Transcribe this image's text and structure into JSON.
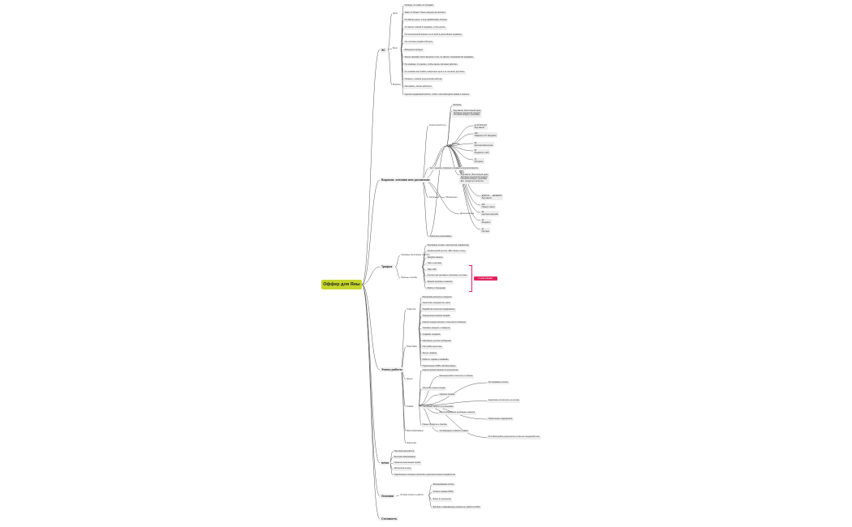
{
  "root": "Оффер для Яны",
  "branches": {
    "cx": "ЗС",
    "funnel": "Воронка: оптовая или розничная",
    "traffic": "Трафик",
    "stages": "Этапы работы",
    "plus": "плюс",
    "terms": "Условия",
    "cost": "Стоимость"
  },
  "cx": {
    "group_labels": [
      "Цели",
      "Боли",
      "Вопросы"
    ],
    "items": [
      "Проводу, по сумме это продажи",
      "Знает ли бизнес. Снять нагрузку на эксперта",
      "Не хватает денег, а хочу зарабатывать больше",
      "Не хватает знаний в продажах, чтобы делать",
      "Нет выстроенной воронки по которой в дальнейшем продавать",
      "Нет системы продаж в бизнесе",
      "Запущено в продукт",
      "Запуск занимает много времени и сил, не хватает понимания как продавать",
      "Не понимаю, что делать, чтобы начать системно работать",
      "Не понимаю как ставить конкретные цели и их поэтапно достигать",
      "Показать с какими результатами работаю",
      "Расскажите, как вы работаете",
      "Сделать продающий контент, чтобы с ним приходили заявки и клиенты"
    ]
  },
  "funnel": {
    "sub_labels": [
      "Классический путь",
      "Розница",
      "Опт/клиент",
      "Обязательно",
      "Дополнительно",
      "Для сборки",
      "Дополнительно"
    ],
    "items": [
      "Вебинар",
      "Лид-магнит (бесплатный урок)\nТрипваер (недорогой продукт)\nОсновной продукт (флагман)",
      "до 40 000 руб\nЛид-магнит",
      "100\nОфферы (Что Продаем)",
      "90\nЦепочка вовлечения",
      "91\nЛендинги и сайт",
      "11\nПрогревы",
      "Лид-магнит (бесплатный урок)\nТрипваер (недорогой продукт)\nОсновной продукт (флагман)\nДоп. продукты и апселлы",
      "ДОВ/ОФ → ЦЕЛЕВОЙ\nЛид-магнит",
      "200\nПоверх ответа",
      "90\nЦепочка прогрева",
      "21\nЛендинги",
      "11\nПрогрев",
      "Тест: сделать 2 воронки и сравнить результативность",
      "Кейсы все реализованы"
    ]
  },
  "traffic": {
    "sub_labels": [
      "Основные бесплатные способы",
      "Платные способы"
    ],
    "items": [
      "Рекламные посевы, партнёрства, взаимопиар",
      "Органический контент, SEO, Reels, статьи",
      "Telegram-каналы",
      "Таргет-реклама",
      "Таргет ВК",
      "Контекстная реклама в поисковых системах",
      "Закупка рекламы в каналах",
      "Работа с блогерами"
    ],
    "pink_label": "С этим поможет"
  },
  "stages": {
    "sub_labels": [
      "Стратегия",
      "Подготовка",
      "Запуск",
      "Трафик",
      "Масштабирование",
      "Аналитика"
    ],
    "items": [
      "Распаковка эксперта и продукта",
      "Анализ ЦА, конкурентов, ниши",
      "Разработка стратегии продвижения",
      "Определение воронки продаж",
      "Анализ текущих метрик и точек роста в бизнесе",
      "Упаковка продукта и офферов",
      "Создание лендинга",
      "Написание цепочек сообщений",
      "Настройка аналитики",
      "Запуск трафика",
      "Работа с лидами и заявками",
      "Подключение CRM и автоматизации",
      "Корректировка воронки по результатам",
      "Еженедельная отчётность и созвоны",
      "Тестирование гипотез",
      "Обучение отдела продаж",
      "Скрипты продаж",
      "Аналитика и отчётность по итогам",
      "Повторный запуск с улучшениями",
      "Масштабирование рекламных каналов",
      "Привлечение подрядчиков",
      "Новые продукты в линейке",
      "Оптимизация стоимости заявки",
      "Итоговый разбор результатов и план на следующий этап"
    ]
  },
  "plus": {
    "items": [
      "Персональная работа",
      "Быстрая коммуникация",
      "Гарантия выполнения сроков",
      "Экспертиза в нише",
      "Подключение полезных контактов и дополнительных специалистов"
    ]
  },
  "terms": {
    "sub_label": "Условия оплаты и работы",
    "items": [
      "Фиксированная оплата",
      "Оплата этапами 50/50",
      "Бонус от результата",
      "Договор и закрывающие документы, работа по NDA"
    ]
  }
}
